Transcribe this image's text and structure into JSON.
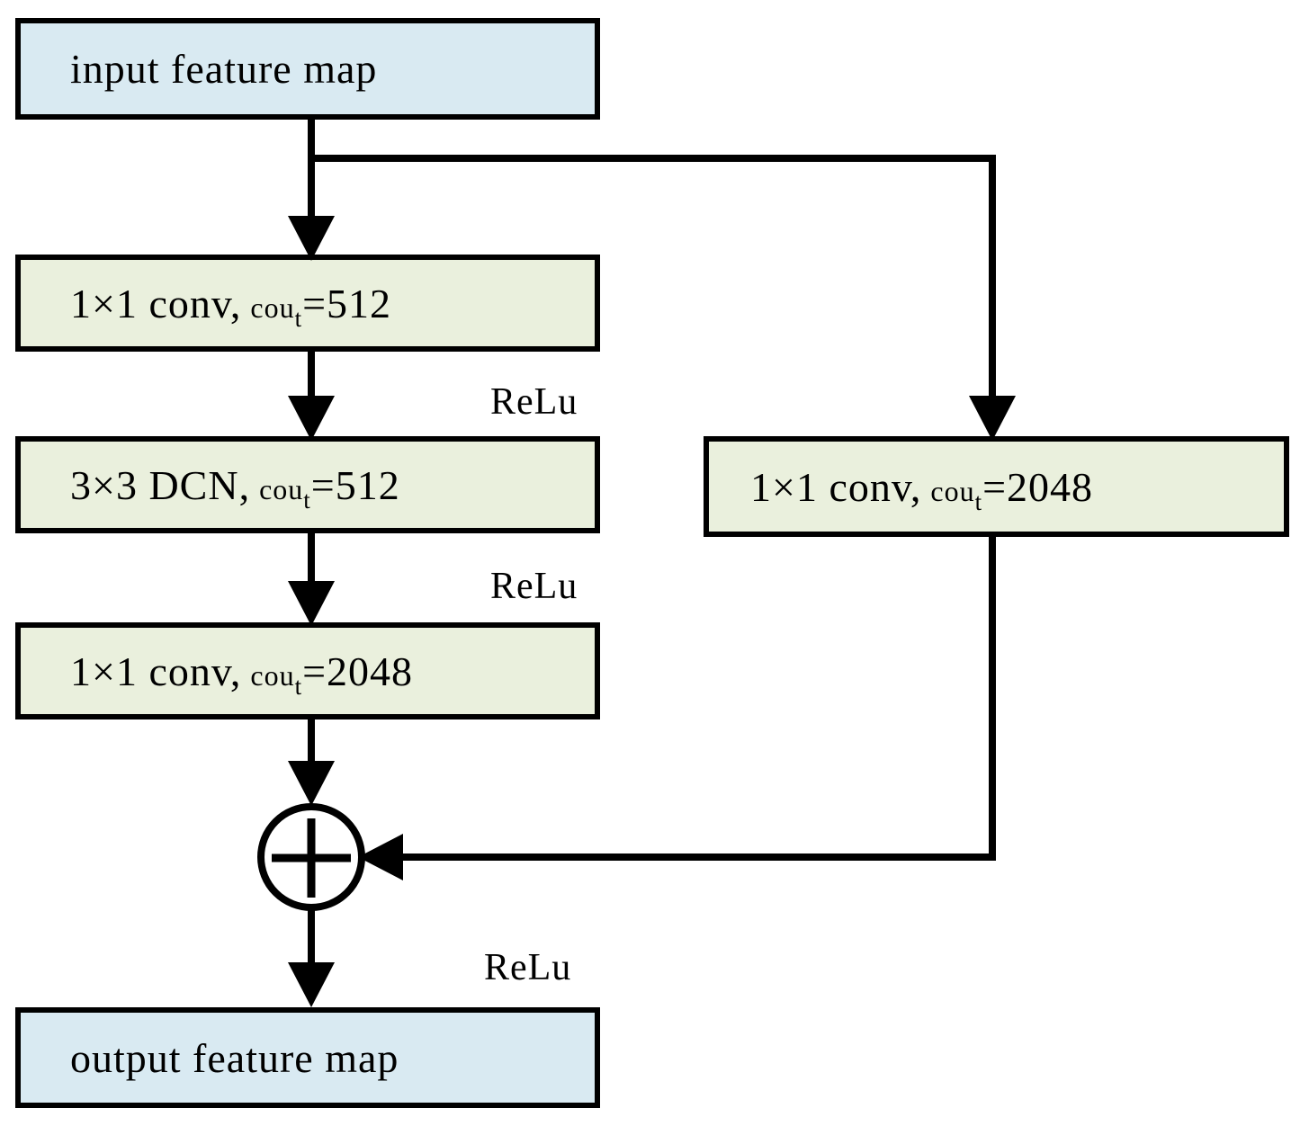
{
  "diagram": {
    "boxes": {
      "input": {
        "label": "input feature map"
      },
      "conv1": {
        "prefix": "1×1 conv,",
        "small": "cou",
        "sub": "t",
        "suffix": "=512"
      },
      "dcn": {
        "prefix": "3×3 DCN,",
        "small": "cou",
        "sub": "t",
        "suffix": "=512"
      },
      "conv2": {
        "prefix": "1×1 conv,",
        "small": "cou",
        "sub": "t",
        "suffix": "=2048"
      },
      "shortcut": {
        "prefix": "1×1 conv,",
        "small": "cou",
        "sub": "t",
        "suffix": "=2048"
      },
      "output": {
        "label": "output feature map"
      }
    },
    "activations": {
      "relu1": "ReLu",
      "relu2": "ReLu",
      "relu3": "ReLu"
    },
    "adder_symbol": "plus-in-circle",
    "colors": {
      "feature_map_fill": "#d9eaf2",
      "conv_fill": "#eaf0dd",
      "line": "#000000",
      "background": "#ffffff"
    }
  }
}
